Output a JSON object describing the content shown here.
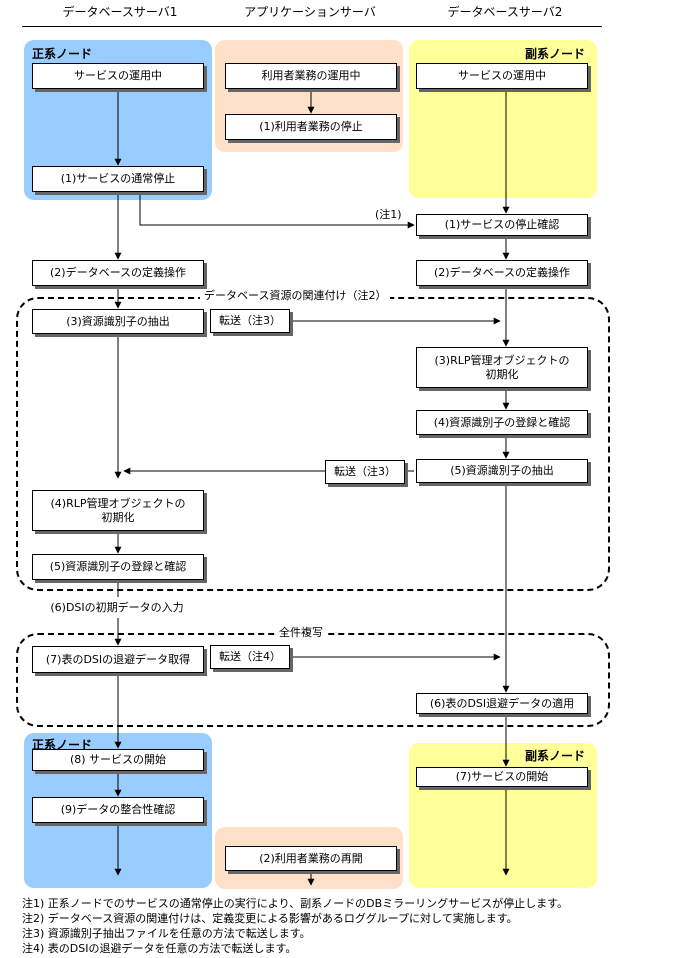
{
  "columns": {
    "db1": "データベースサーバ1",
    "app": "アプリケーションサーバ",
    "db2": "データベースサーバ2"
  },
  "node_labels": {
    "primary": "正系ノード",
    "secondary": "副系ノード"
  },
  "app_steps": {
    "running": "利用者業務の運用中",
    "stop": "(1)利用者業務の停止",
    "resume": "(2)利用者業務の再開"
  },
  "db1_steps": {
    "running": "サービスの運用中",
    "normal_stop": "(1)サービスの通常停止",
    "define": "(2)データベースの定義操作",
    "extract": "(3)資源識別子の抽出",
    "init_line1": "(4)RLP管理オブジェクトの",
    "init_line2": "初期化",
    "register": "(5)資源識別子の登録と確認",
    "dsi_input": "(6)DSIの初期データの入力",
    "backup": "(7)表のDSIの退避データ取得",
    "start": "(8) サービスの開始",
    "consistency": "(9)データの整合性確認"
  },
  "db2_steps": {
    "running": "サービスの運用中",
    "stop_confirm": "(1)サービスの停止確認",
    "define": "(2)データベースの定義操作",
    "init_line1": "(3)RLP管理オブジェクトの",
    "init_line2": "初期化",
    "register": "(4)資源識別子の登録と確認",
    "extract": "(5)資源識別子の抽出",
    "apply": "(6)表のDSI退避データの適用",
    "start": "(7)サービスの開始"
  },
  "labels": {
    "transfer_note3": "転送（注3）",
    "transfer_note3_b": "転送（注3）",
    "transfer_note4": "転送（注4）",
    "note1_tag": "(注1)",
    "group1": "データベース資源の関連付け（注2）",
    "group2": "全件複写"
  },
  "notes": [
    "注1) 正系ノードでのサービスの通常停止の実行により、副系ノードのDBミラーリングサービスが停止します。",
    "注2) データベース資源の関連付けは、定義変更による影響があるロググループに対して実施します。",
    "注3) 資源識別子抽出ファイルを任意の方法で転送します。",
    "注4) 表のDSIの退避データを任意の方法で転送します。"
  ],
  "colors": {
    "primary_panel": "#99ccff",
    "app_panel": "#ffe0c8",
    "secondary_panel": "#ffff99"
  }
}
